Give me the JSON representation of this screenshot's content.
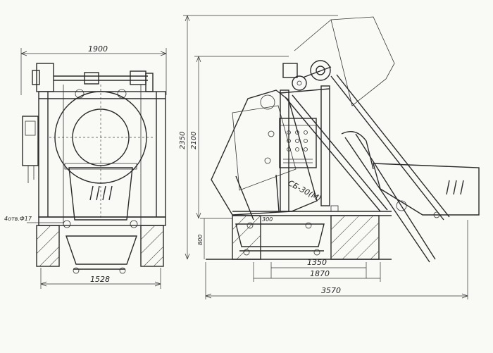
{
  "dimensions": {
    "front_width_top": "1900",
    "front_width_bottom": "1528",
    "holes_note": "4отв.Ф17",
    "total_height": "2350",
    "frame_height": "2100",
    "base_height": "800",
    "side_1350": "1350",
    "side_1870": "1870",
    "side_total": "3570",
    "small_top_dim": "300"
  },
  "labels": {
    "model_marking": "СБ-30(М)"
  },
  "colors": {
    "ink": "#2a2a2a",
    "paper": "#f9f9f6"
  }
}
